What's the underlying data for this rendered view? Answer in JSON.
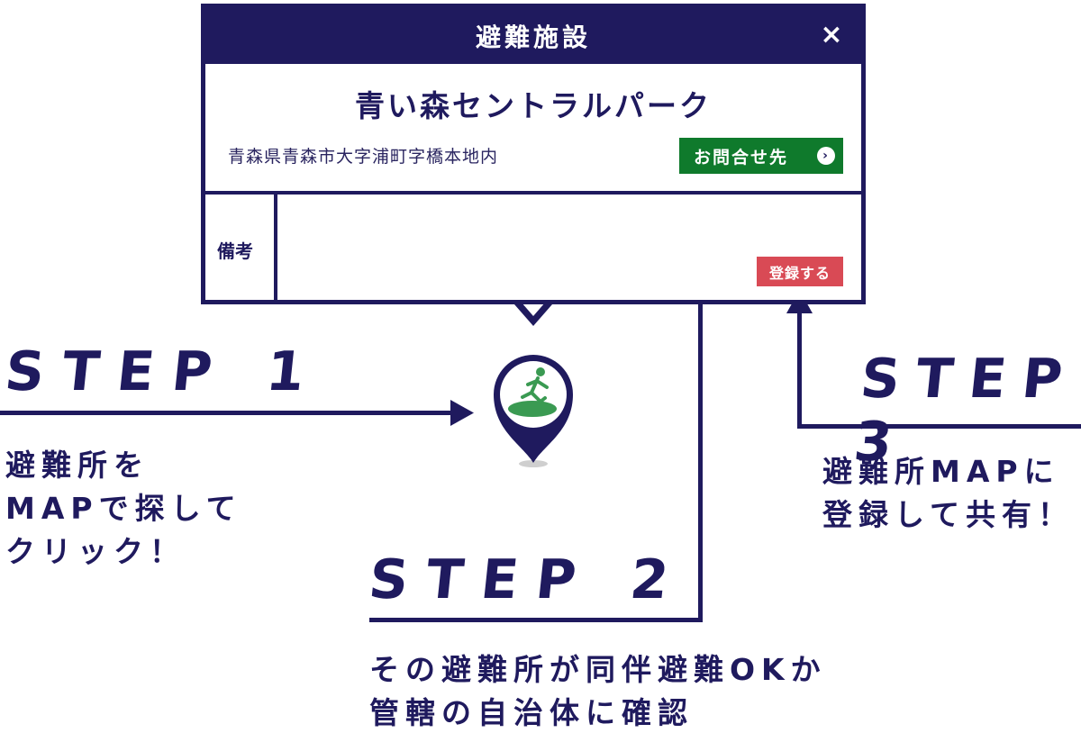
{
  "popup": {
    "header_title": "避難施設",
    "close_label": "×",
    "facility_name": "青い森セントラルパーク",
    "address": "青森県青森市大字浦町字橋本地内",
    "contact_label": "お問合せ先",
    "contact_chevron": "›",
    "notes_label": "備考",
    "register_label": "登録する"
  },
  "steps": [
    {
      "title": "STEP 1",
      "lines": [
        "避難所を",
        "MAPで探して",
        "クリック！"
      ]
    },
    {
      "title": "STEP 2",
      "lines": [
        "その避難所が同伴避難OKか",
        "管轄の自治体に確認"
      ]
    },
    {
      "title": "STEP 3",
      "lines": [
        "避難所MAPに",
        "登録して共有！"
      ]
    }
  ],
  "colors": {
    "navy": "#1f1a5e",
    "contact_green": "#0f7a2c",
    "register_red": "#d94a55",
    "marker_green": "#3a9a52"
  },
  "icons": {
    "marker": "map-pin-icon",
    "exit": "running-person-icon"
  }
}
